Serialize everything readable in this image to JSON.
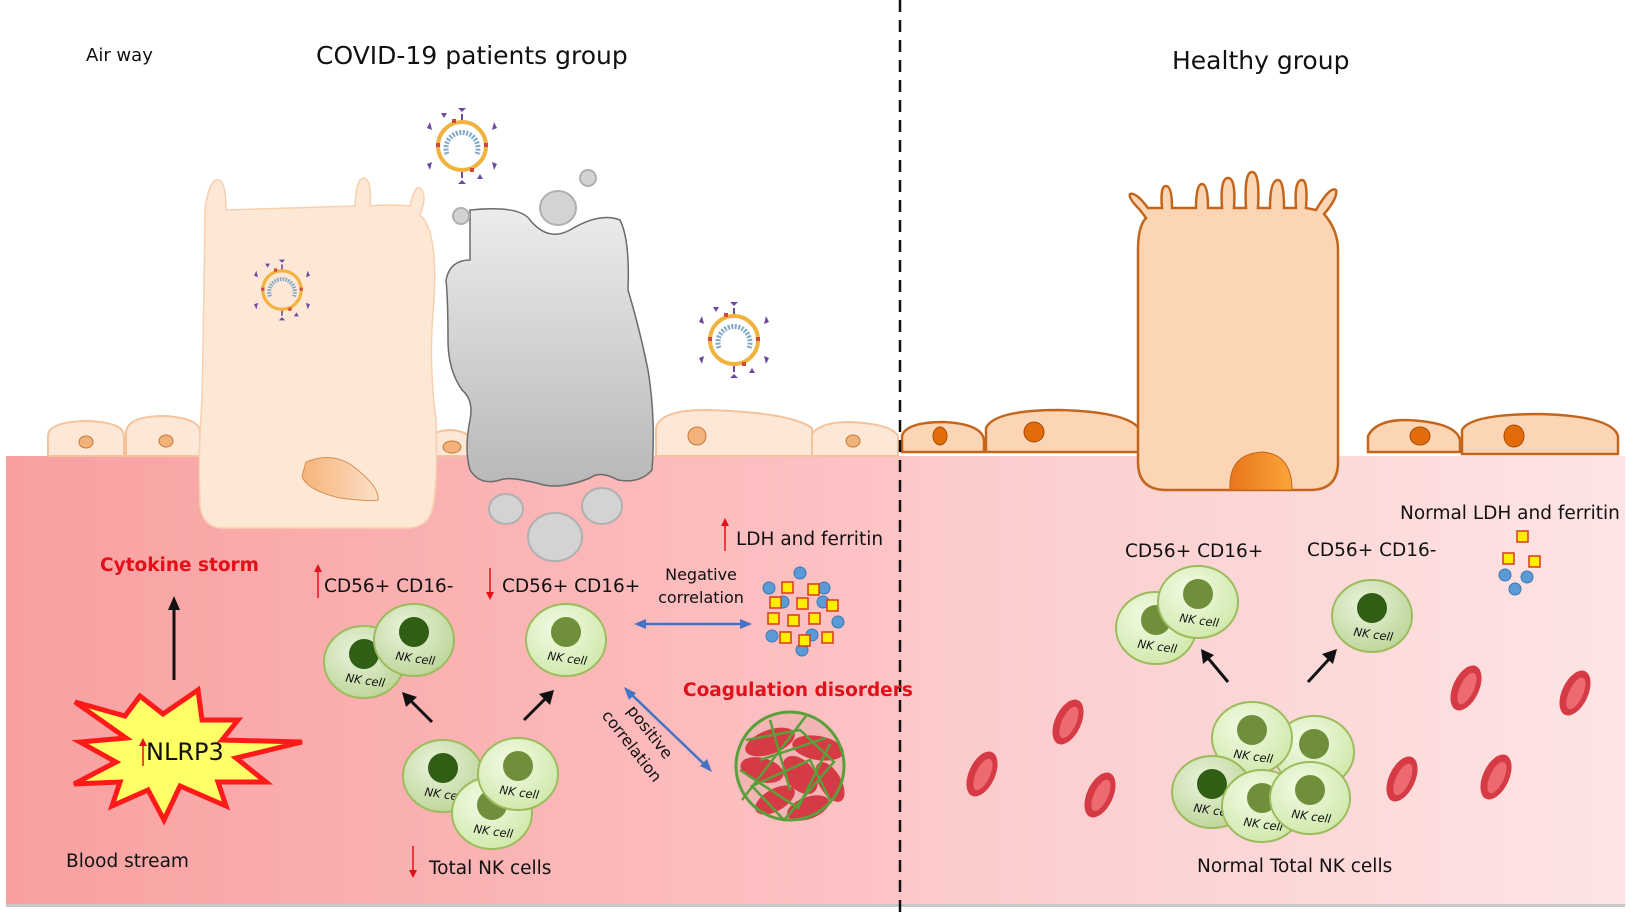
{
  "panels": {
    "left": {
      "title": "COVID-19 patients group",
      "airway_label": "Air way",
      "blood_label": "Blood stream",
      "nlrp3": {
        "label": "NLRP3",
        "trend": "up"
      },
      "cytokine_storm": "Cytokine storm",
      "subsets": [
        {
          "label": "CD56+ CD16-",
          "trend": "up"
        },
        {
          "label": "CD56+ CD16+",
          "trend": "down"
        }
      ],
      "total_nk": {
        "label": "Total NK cells",
        "trend": "down"
      },
      "ldh_ferritin": {
        "label": "LDH and ferritin",
        "trend": "up"
      },
      "negative_correlation": [
        "Negative",
        "correlation"
      ],
      "positive_correlation": [
        "positive",
        "correlation"
      ],
      "coagulation": "Coagulation disorders"
    },
    "right": {
      "title": "Healthy group",
      "subsets": [
        {
          "label": "CD56+ CD16+"
        },
        {
          "label": "CD56+ CD16-"
        }
      ],
      "ldh_ferritin": "Normal LDH and ferritin",
      "total_nk": "Normal Total NK cells"
    }
  },
  "nk_cell_label": "NK cell",
  "colors": {
    "up_arrow": "#e3101a",
    "down_arrow": "#e3101a",
    "emphasis_text": "#e3101a",
    "correlation_arrow": "#4472c4",
    "blood_left": "#f9a3a3",
    "blood_right": "#fde0e0",
    "nk_cytoplasm": "#dff5c4",
    "nk_nucleus_dark": "#2f5e14",
    "nk_nucleus_light": "#6f8f3a",
    "rbc": "#d63a44",
    "ferritin_square": "#ffee00",
    "ldh_circle": "#5b9bd5"
  }
}
